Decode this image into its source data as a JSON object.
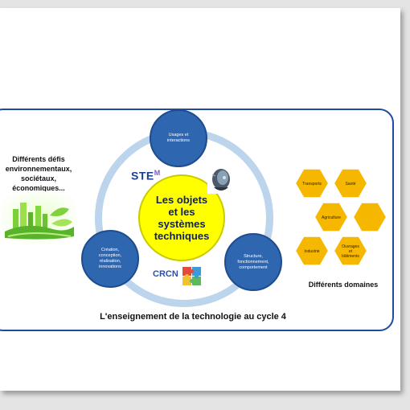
{
  "center": {
    "title": "Les objets\net les\nsystèmes\ntechniques"
  },
  "nodes": {
    "top": "Usages et\ninteractions",
    "left": "Création,\nconception,\nréalisation,\ninnovations",
    "right": "Structure,\nfonctionnement,\ncomportement"
  },
  "left_label": "Différents défis\nenvironnementaux,\nsociétaux, économiques...",
  "badges": {
    "stem": "STE",
    "stem_m": "M",
    "crcn": "CRCN"
  },
  "domains": {
    "title": "Différents domaines",
    "cells": [
      "Transports",
      "Santé",
      "Agriculture",
      "",
      "Industrie",
      "Ouvrages et bâtiments"
    ]
  },
  "caption": "L'enseignement de la technologie au cycle 4",
  "colors": {
    "frame": "#1f4aa0",
    "ring": "#bcd4ec",
    "center": "#ffff00",
    "node": "#2f66b0",
    "hex": "#f5b700"
  },
  "icons": [
    "robot-head-icon",
    "puzzle-icon",
    "green-city-icon"
  ]
}
